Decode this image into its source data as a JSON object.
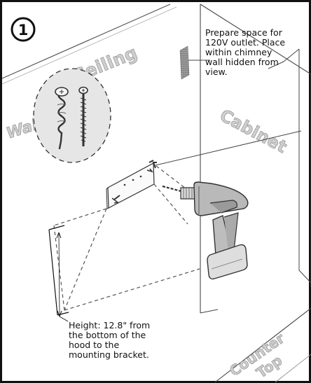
{
  "step_number": "1",
  "labels": {
    "ceiling": "Ceiling",
    "wall": "Wall",
    "cabinet": "Cabinet",
    "counter_top": "Counter\nTop"
  },
  "notes": {
    "outlet": "Prepare space for\n120V outlet. Place\nwithin chimney\nwall hidden from\nview.",
    "height": "Height: 12.8\" from\nthe bottom of the\nhood to the\nmounting bracket."
  },
  "colors": {
    "frame": "#111111",
    "line": "#444444",
    "label_fill": "#cfcfcf",
    "label_stroke": "#9a9a9a",
    "outlet_fill": "#8f8f8f",
    "inset_fill": "#e6e6e6",
    "drill_body": "#b9b9b9",
    "drill_battery": "#dedede"
  },
  "icons": [
    "hardware-inset",
    "wall-anchor-icon",
    "screw-icon",
    "drill-icon",
    "power-outlet-area",
    "mounting-bracket"
  ]
}
